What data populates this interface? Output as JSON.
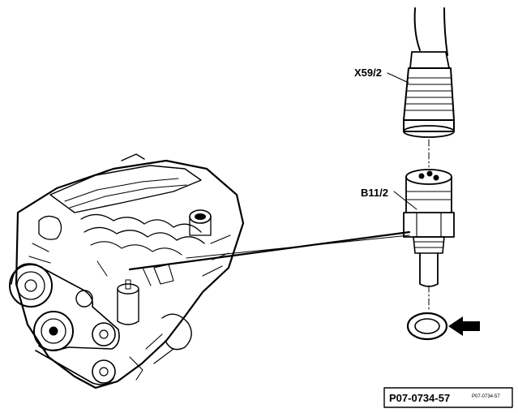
{
  "labels": {
    "connector": "X59/2",
    "sensor": "B11/2"
  },
  "figure": {
    "reference": "P07-0734-57",
    "reference_small": "P07-0734-57"
  },
  "icons": {
    "pointer": "arrow-left-icon"
  },
  "colors": {
    "ink": "#000000",
    "paper": "#ffffff"
  }
}
